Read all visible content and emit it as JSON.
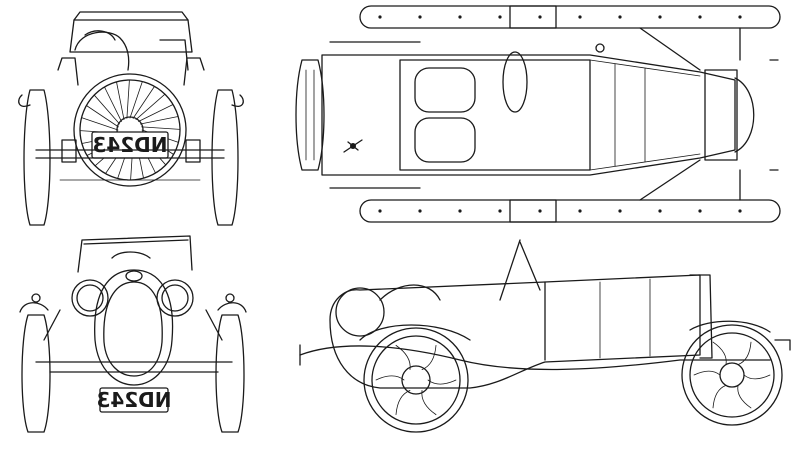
{
  "drawing": {
    "plate_number": "ND243",
    "line_color": "#1a1a1a",
    "background": "#ffffff",
    "views": [
      "rear-view",
      "front-view",
      "top-view",
      "side-view"
    ]
  }
}
